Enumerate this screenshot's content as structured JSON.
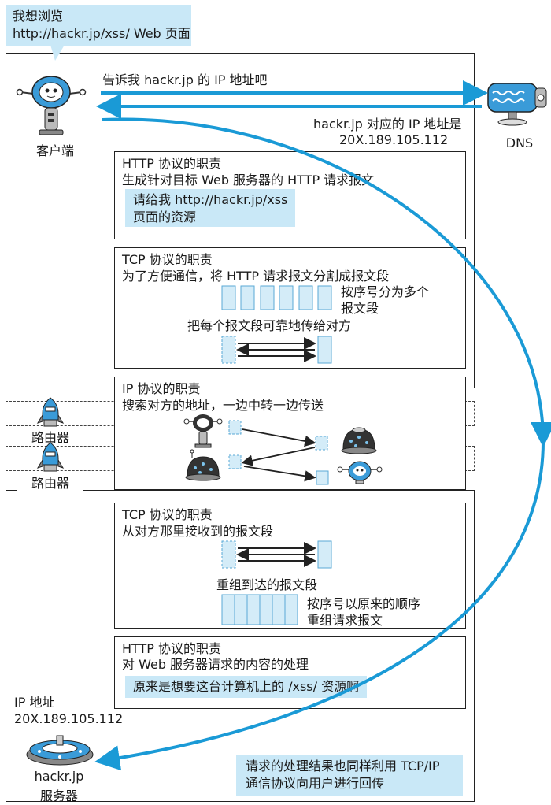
{
  "bubble": {
    "line1": "我想浏览",
    "line2": "http://hackr.jp/xss/ Web 页面"
  },
  "client": {
    "label": "客户端"
  },
  "dns": {
    "label": "DNS",
    "query": "告诉我 hackr.jp 的 IP 地址吧",
    "answer_line1": "hackr.jp 对应的 IP 地址是",
    "answer_line2": "20X.189.105.112"
  },
  "http_client": {
    "title": "HTTP 协议的职责",
    "desc": "生成针对目标 Web 服务器的 HTTP 请求报文",
    "note_line1": "请给我 http://hackr.jp/xss",
    "note_line2": "页面的资源"
  },
  "tcp_client": {
    "title": "TCP 协议的职责",
    "desc": "为了方便通信，将 HTTP 请求报文分割成报文段",
    "seq_line1": "按序号分为多个",
    "seq_line2": "报文段",
    "reliable": "把每个报文段可靠地传给对方"
  },
  "ip": {
    "title": "IP 协议的职责",
    "desc": "搜索对方的地址，一边中转一边传送"
  },
  "routers": [
    {
      "label": "路由器"
    },
    {
      "label": "路由器"
    }
  ],
  "tcp_server": {
    "title": "TCP 协议的职责",
    "desc": "从对方那里接收到的报文段",
    "reassemble": "重组到达的报文段",
    "order_line1": "按序号以原来的顺序",
    "order_line2": "重组请求报文"
  },
  "http_server": {
    "title": "HTTP 协议的职责",
    "desc": "对 Web 服务器请求的内容的处理",
    "note": "原来是想要这台计算机上的 /xss/ 资源啊"
  },
  "server": {
    "ip_label": "IP 地址",
    "ip_value": "20X.189.105.112",
    "name_line1": "hackr.jp",
    "name_line2": "服务器"
  },
  "result_note": {
    "line1": "请求的处理结果也同样利用 TCP/IP",
    "line2": "通信协议向用户进行回传"
  },
  "colors": {
    "arrow": "#1a9ad6",
    "note_bg": "#c9e8f7",
    "segment": "#d4ecf8",
    "robot_body": "#3a9bd8"
  }
}
